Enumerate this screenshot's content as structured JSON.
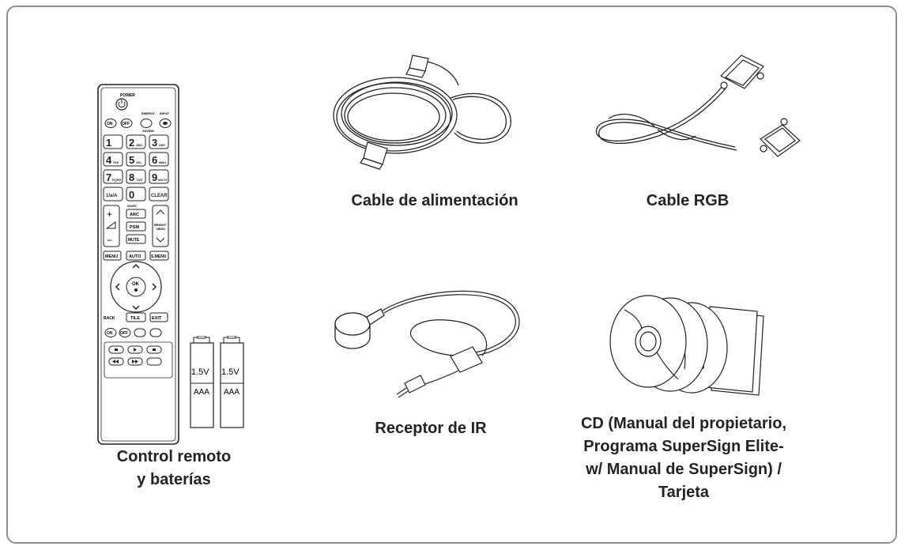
{
  "items": {
    "remote": {
      "caption_line1": "Control remoto",
      "caption_line2": "y baterías"
    },
    "battery": {
      "voltage": "1.5V",
      "size": "AAA"
    },
    "power_cable": {
      "caption": "Cable de alimentación"
    },
    "rgb_cable": {
      "caption": "Cable RGB"
    },
    "ir_receiver": {
      "caption": "Receptor de IR"
    },
    "cd": {
      "caption_line1": "CD (Manual del propietario,",
      "caption_line2": "Programa SuperSign Elite-",
      "caption_line3": "w/ Manual de SuperSign) /",
      "caption_line4": "Tarjeta"
    }
  },
  "remote_labels": {
    "power": "POWER",
    "energy": "ENERGY",
    "saving": "SAVING",
    "input": "INPUT",
    "on": "ON",
    "off": "OFF",
    "num1": "1",
    "num2": "2",
    "num3": "3",
    "num4": "4",
    "num5": "5",
    "num6": "6",
    "num7": "7",
    "num8": "8",
    "num9": "9",
    "num0": "0",
    "sub2": "ABC",
    "sub3": "DEF",
    "sub4": "GHI",
    "sub5": "JKL",
    "sub6": "MNO",
    "sub7": "PQRS",
    "sub8": "TUV",
    "sub9": "WXYZ",
    "mode": "1/a/A",
    "clear": "CLEAR",
    "mark": "MARK",
    "arc": "ARC",
    "psm": "PSM",
    "mute": "MUTE",
    "bright1": "BRIGHT",
    "bright2": "NESS",
    "menu": "MENU",
    "auto": "AUTO",
    "smenu": "S.MENU",
    "ok": "OK",
    "back": "BACK",
    "tile": "TILE",
    "exit": "EXIT"
  }
}
